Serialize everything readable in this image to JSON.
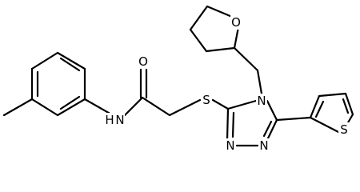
{
  "molecule": {
    "labels": {
      "amide_nitrogen": "N",
      "amide_hydrogen": "H",
      "carbonyl_oxygen": "O",
      "thioether_sulfur": "S",
      "triazole_n4": "N",
      "triazole_n1": "N",
      "triazole_n2": "N",
      "thf_oxygen": "O",
      "thiophene_sulfur": "S"
    },
    "colors": {
      "bond": "#000000",
      "label": "#000000",
      "background": "#ffffff"
    }
  }
}
